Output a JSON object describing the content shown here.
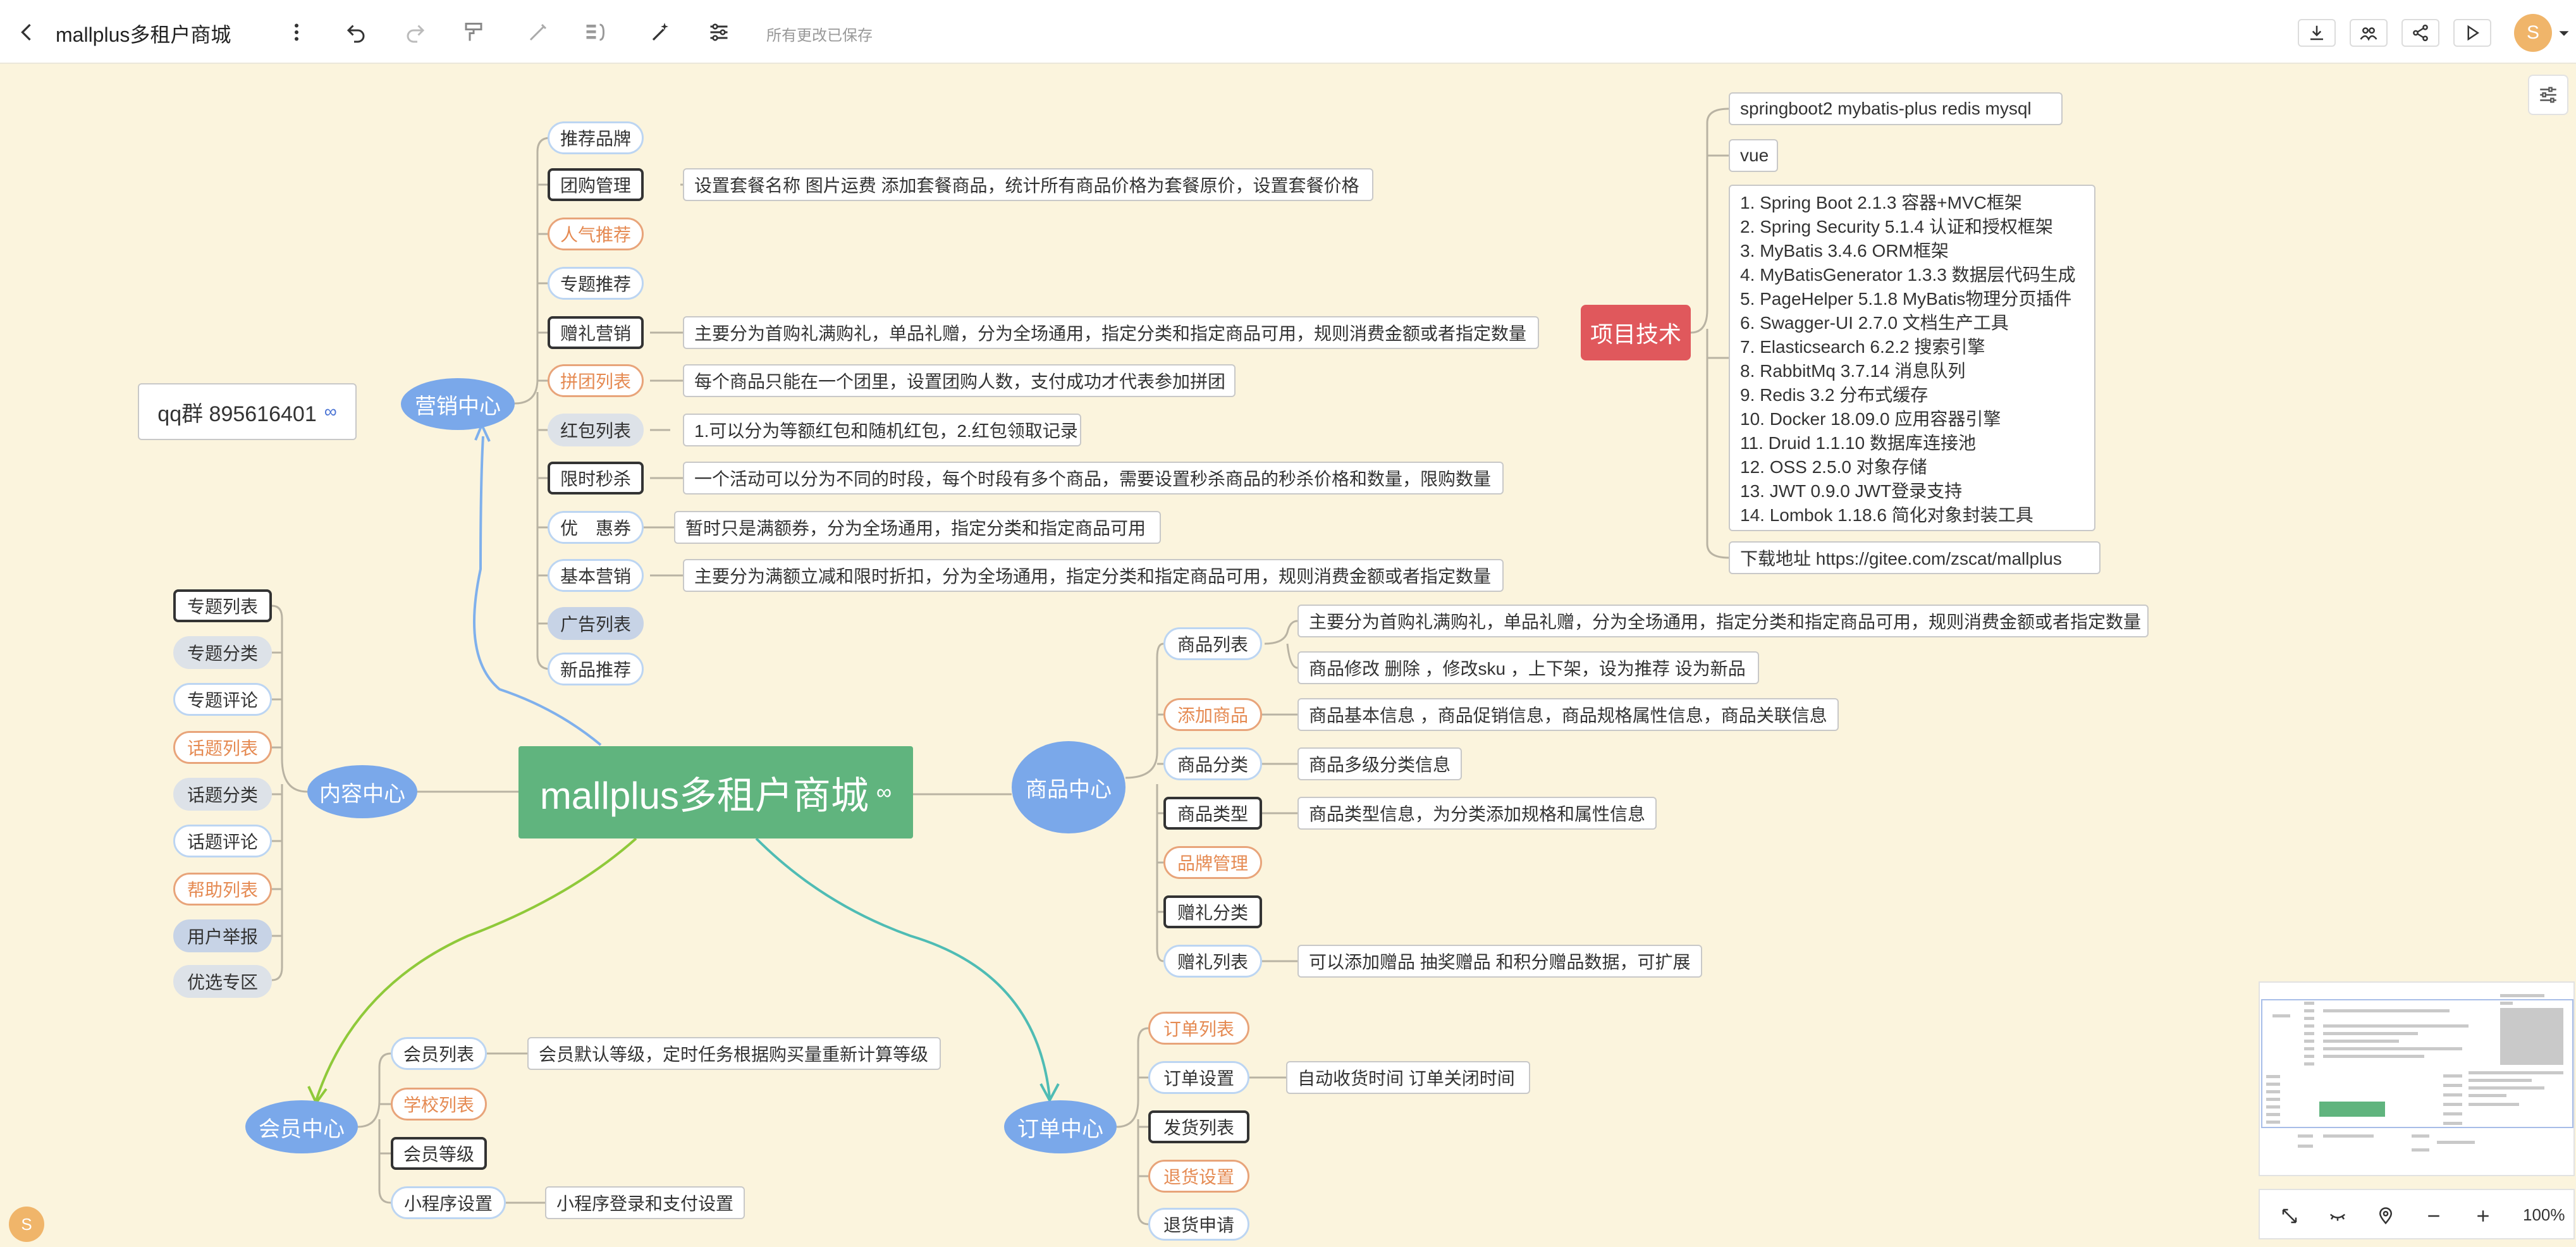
{
  "toolbar": {
    "title": "mallplus多租户商城",
    "save_status": "所有更改已保存",
    "user_initial": "S"
  },
  "canvas": {
    "root": "mallplus多租户商城",
    "qq": "qq群 895616401",
    "marketing": {
      "topic": "营销中心",
      "items": [
        {
          "label": "推荐品牌",
          "style": "plain",
          "detail": ""
        },
        {
          "label": "团购管理",
          "style": "dark",
          "detail": "设置套餐名称 图片运费 添加套餐商品，统计所有商品价格为套餐原价，设置套餐价格"
        },
        {
          "label": "人气推荐",
          "style": "orange",
          "detail": ""
        },
        {
          "label": "专题推荐",
          "style": "plain",
          "detail": ""
        },
        {
          "label": "赠礼营销",
          "style": "dark",
          "detail": "主要分为首购礼满购礼，单品礼赠，分为全场通用，指定分类和指定商品可用，规则消费金额或者指定数量"
        },
        {
          "label": "拼团列表",
          "style": "orange",
          "detail": "每个商品只能在一个团里，设置团购人数，支付成功才代表参加拼团"
        },
        {
          "label": "红包列表",
          "style": "gray",
          "detail": "1.可以分为等额红包和随机红包，2.红包领取记录"
        },
        {
          "label": "限时秒杀",
          "style": "dark",
          "detail": "一个活动可以分为不同的时段，每个时段有多个商品，需要设置秒杀商品的秒杀价格和数量，限购数量"
        },
        {
          "label": "优　惠券",
          "style": "plain",
          "detail": "暂时只是满额券，分为全场通用，指定分类和指定商品可用"
        },
        {
          "label": "基本营销",
          "style": "plain",
          "detail": "主要分为满额立减和限时折扣，分为全场通用，指定分类和指定商品可用，规则消费金额或者指定数量"
        },
        {
          "label": "广告列表",
          "style": "blue-fill",
          "detail": ""
        },
        {
          "label": "新品推荐",
          "style": "plain",
          "detail": ""
        }
      ]
    },
    "content": {
      "topic": "内容中心",
      "items": [
        {
          "label": "专题列表",
          "style": "dark"
        },
        {
          "label": "专题分类",
          "style": "gray"
        },
        {
          "label": "专题评论",
          "style": "plain"
        },
        {
          "label": "话题列表",
          "style": "orange"
        },
        {
          "label": "话题分类",
          "style": "gray"
        },
        {
          "label": "话题评论",
          "style": "plain"
        },
        {
          "label": "帮助列表",
          "style": "orange"
        },
        {
          "label": "用户举报",
          "style": "blue-fill"
        },
        {
          "label": "优选专区",
          "style": "gray"
        }
      ]
    },
    "goods": {
      "topic": "商品中心",
      "items": [
        {
          "label": "商品列表",
          "style": "plain",
          "details": [
            "主要分为首购礼满购礼，单品礼赠，分为全场通用，指定分类和指定商品可用，规则消费金额或者指定数量",
            "商品修改 删除 ，修改sku ，上下架，设为推荐 设为新品"
          ]
        },
        {
          "label": "添加商品",
          "style": "orange",
          "details": [
            "商品基本信息 ，商品促销信息，商品规格属性信息，商品关联信息"
          ]
        },
        {
          "label": "商品分类",
          "style": "plain",
          "details": [
            "商品多级分类信息"
          ]
        },
        {
          "label": "商品类型",
          "style": "dark",
          "details": [
            "商品类型信息，为分类添加规格和属性信息"
          ]
        },
        {
          "label": "品牌管理",
          "style": "orange",
          "details": []
        },
        {
          "label": "赠礼分类",
          "style": "dark",
          "details": []
        },
        {
          "label": "赠礼列表",
          "style": "plain",
          "details": [
            "可以添加赠品 抽奖赠品 和积分赠品数据，可扩展"
          ]
        }
      ]
    },
    "member": {
      "topic": "会员中心",
      "items": [
        {
          "label": "会员列表",
          "style": "plain",
          "detail": "会员默认等级，定时任务根据购买量重新计算等级"
        },
        {
          "label": "学校列表",
          "style": "orange",
          "detail": ""
        },
        {
          "label": "会员等级",
          "style": "dark",
          "detail": ""
        },
        {
          "label": "小程序设置",
          "style": "plain",
          "detail": "小程序登录和支付设置"
        }
      ]
    },
    "order": {
      "topic": "订单中心",
      "items": [
        {
          "label": "订单列表",
          "style": "orange",
          "detail": ""
        },
        {
          "label": "订单设置",
          "style": "plain",
          "detail": "自动收货时间 订单关闭时间"
        },
        {
          "label": "发货列表",
          "style": "dark",
          "detail": ""
        },
        {
          "label": "退货设置",
          "style": "orange",
          "detail": ""
        },
        {
          "label": "退货申请",
          "style": "plain",
          "detail": ""
        }
      ]
    },
    "tech": {
      "topic": "项目技术",
      "stack": "springboot2 mybatis-plus redis mysql",
      "frontend": "vue",
      "list": [
        "1. Spring Boot 2.1.3 容器+MVC框架",
        "2. Spring Security 5.1.4 认证和授权框架",
        "3. MyBatis 3.4.6 ORM框架",
        "4. MyBatisGenerator 1.3.3 数据层代码生成",
        "5. PageHelper 5.1.8 MyBatis物理分页插件",
        "6. Swagger-UI 2.7.0 文档生产工具",
        "7. Elasticsearch 6.2.2 搜索引擎",
        "8. RabbitMq 3.7.14 消息队列",
        "9. Redis 3.2 分布式缓存",
        "10. Docker 18.09.0 应用容器引擎",
        "11. Druid 1.1.10 数据库连接池",
        "12. OSS 2.5.0 对象存储",
        "13. JWT 0.9.0 JWT登录支持",
        "14. Lombok 1.18.6 简化对象封装工具"
      ],
      "download": "下载地址 https://gitee.com/zscat/mallplus"
    }
  },
  "zoom": {
    "level": "100%"
  },
  "colors": {
    "background": "#fbf4dd",
    "root": "#60b47e",
    "topic": "#7aa8ea",
    "tech": "#e0585c",
    "edge": "#b9b3a3",
    "curve_blue": "#7fb0ec",
    "curve_green": "#8fc93a",
    "curve_teal": "#4fbcb4"
  }
}
